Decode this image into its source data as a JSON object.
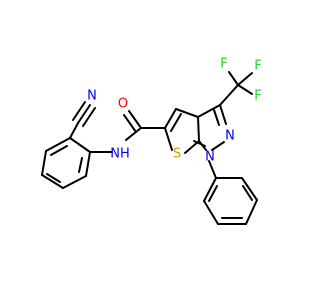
{
  "molecule": {
    "atoms": {
      "n_nitrile": {
        "label": "N",
        "color": "#0000ff"
      },
      "o_amide": {
        "label": "O",
        "color": "#ff0000"
      },
      "nh_amide": {
        "label": "NH",
        "color": "#0000ff"
      },
      "s_ring": {
        "label": "S",
        "color": "#c8a000"
      },
      "n_ring_1": {
        "label": "N",
        "color": "#0000ff"
      },
      "n_ring_2": {
        "label": "N",
        "color": "#0000ff"
      },
      "f_1": {
        "label": "F",
        "color": "#33cc33"
      },
      "f_2": {
        "label": "F",
        "color": "#33cc33"
      },
      "f_3": {
        "label": "F",
        "color": "#33cc33"
      }
    }
  }
}
